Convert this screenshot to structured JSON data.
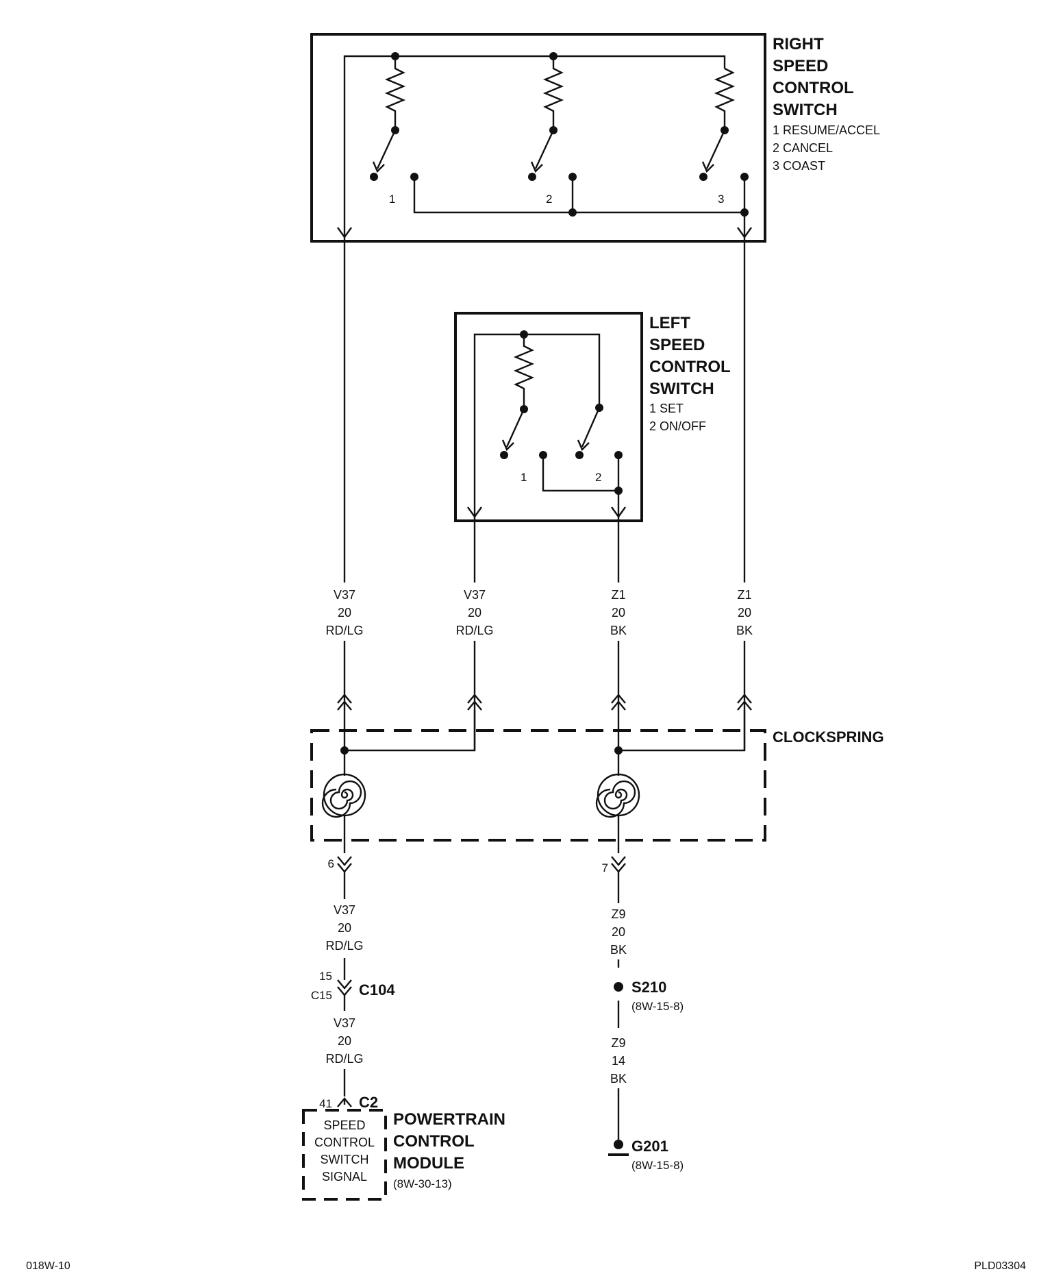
{
  "right_switch": {
    "title": [
      "RIGHT",
      "SPEED",
      "CONTROL",
      "SWITCH"
    ],
    "legend": [
      "1 RESUME/ACCEL",
      "2 CANCEL",
      "3 COAST"
    ],
    "positions": [
      "1",
      "2",
      "3"
    ]
  },
  "left_switch": {
    "title": [
      "LEFT",
      "SPEED",
      "CONTROL",
      "SWITCH"
    ],
    "legend": [
      "1 SET",
      "2 ON/OFF"
    ],
    "positions": [
      "1",
      "2"
    ]
  },
  "wires_upper": [
    [
      "V37",
      "20",
      "RD/LG"
    ],
    [
      "V37",
      "20",
      "RD/LG"
    ],
    [
      "Z1",
      "20",
      "BK"
    ],
    [
      "Z1",
      "20",
      "BK"
    ]
  ],
  "clockspring": {
    "label": "CLOCKSPRING",
    "pin_left": "6",
    "pin_right": "7"
  },
  "left_chain": {
    "wire1": [
      "V37",
      "20",
      "RD/LG"
    ],
    "c104_pin": "15",
    "c104_cavity": "C15",
    "c104_label": "C104",
    "wire2": [
      "V37",
      "20",
      "RD/LG"
    ],
    "c2_pin": "41",
    "c2_label": "C2"
  },
  "pcm": {
    "inner": [
      "SPEED",
      "CONTROL",
      "SWITCH",
      "SIGNAL"
    ],
    "title": [
      "POWERTRAIN",
      "CONTROL",
      "MODULE"
    ],
    "ref": "(8W-30-13)"
  },
  "right_chain": {
    "wire1": [
      "Z9",
      "20",
      "BK"
    ],
    "splice_label": "S210",
    "splice_ref": "(8W-15-8)",
    "wire2": [
      "Z9",
      "14",
      "BK"
    ],
    "ground_label": "G201",
    "ground_ref": "(8W-15-8)"
  },
  "footer": {
    "left": "018W-10",
    "right": "PLD03304"
  }
}
